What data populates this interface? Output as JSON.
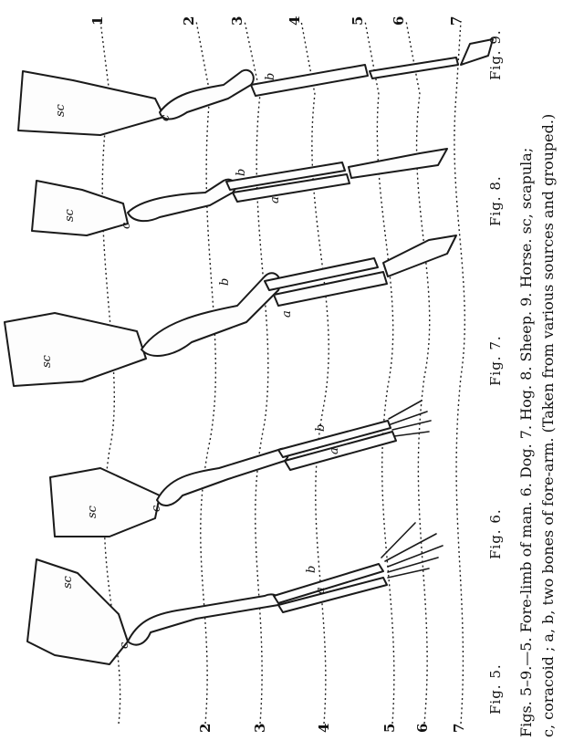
{
  "caption": {
    "line1": "Figs. 5–9.—5. Fore-limb of man.   6. Dog.   7. Hog.   8. Sheep.   9. Horse.  sc, scapula;",
    "line2": "c, coracoid ; a, b, two bones of fore-arm.      (Taken from various sources and grouped.)"
  },
  "figures": [
    {
      "label": "Fig. 5."
    },
    {
      "label": "Fig. 6."
    },
    {
      "label": "Fig. 7."
    },
    {
      "label": "Fig. 8."
    },
    {
      "label": "Fig. 9."
    }
  ],
  "bone_labels": {
    "scapula": "sc",
    "coracoid": "c",
    "forearm_a": "a",
    "forearm_b": "b"
  },
  "line_numbers": [
    "1",
    "2",
    "3",
    "4",
    "5",
    "6",
    "7"
  ]
}
